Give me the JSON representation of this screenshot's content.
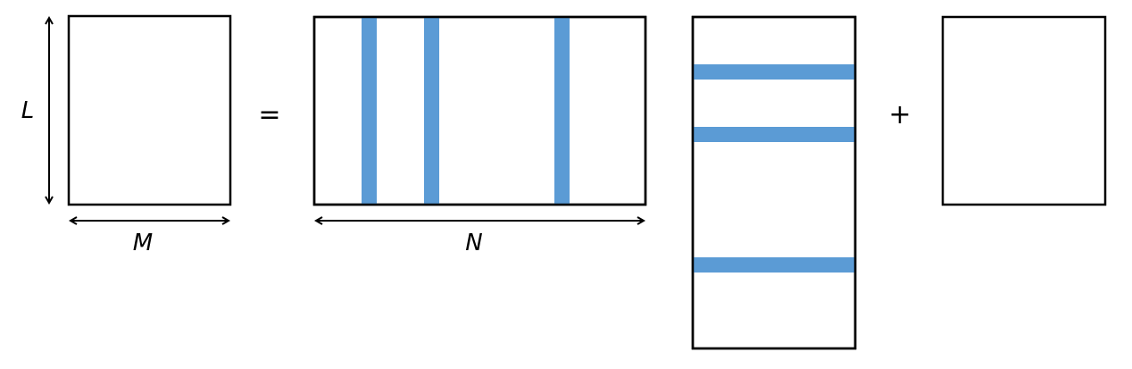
{
  "diagram": {
    "type": "matrix-factorization",
    "colors": {
      "stroke": "#000000",
      "highlight": "#5b9bd5",
      "background": "#ffffff"
    },
    "labels": {
      "L": "L",
      "M": "M",
      "N": "N"
    },
    "operators": {
      "equals": "=",
      "plus": "+"
    },
    "matrices": [
      {
        "name": "lhs-matrix",
        "dims": "L x M"
      },
      {
        "name": "dictionary-matrix",
        "dims": "L x N",
        "highlighted_columns": 3
      },
      {
        "name": "sparse-code-matrix",
        "dims": "N x M",
        "highlighted_rows": 3
      },
      {
        "name": "residual-matrix",
        "dims": "L x M"
      }
    ]
  }
}
